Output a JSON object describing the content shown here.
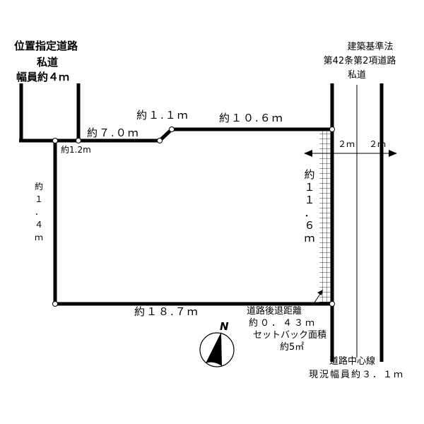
{
  "left_road": {
    "line1": "位置指定道路",
    "line2": "私道",
    "line3": "幅員約４ｍ"
  },
  "right_road": {
    "line1": "建築基準法",
    "line2": "第42条第2項道路",
    "line3": "私道"
  },
  "dimensions": {
    "frontage_left": "約1.2m",
    "segment_a": "約７.０ｍ",
    "segment_b": "約１.１ｍ",
    "segment_c": "約１０.６ｍ",
    "left_side": [
      "約",
      "１",
      "．",
      "４",
      "ｍ"
    ],
    "right_side": [
      "約",
      "１",
      "１",
      "．",
      "６",
      "ｍ"
    ],
    "bottom": "約１８.７ｍ",
    "half_width_1": "２ｍ",
    "half_width_2": "２ｍ"
  },
  "setback": {
    "label1": "道路後退距離",
    "label2": "約０．４３ｍ",
    "label3": "セットバック面積",
    "label4": "約5㎡"
  },
  "centerline": {
    "label1": "道路中心線",
    "label2": "現況幅員約３．１ｍ"
  },
  "compass": {
    "label": "N"
  }
}
